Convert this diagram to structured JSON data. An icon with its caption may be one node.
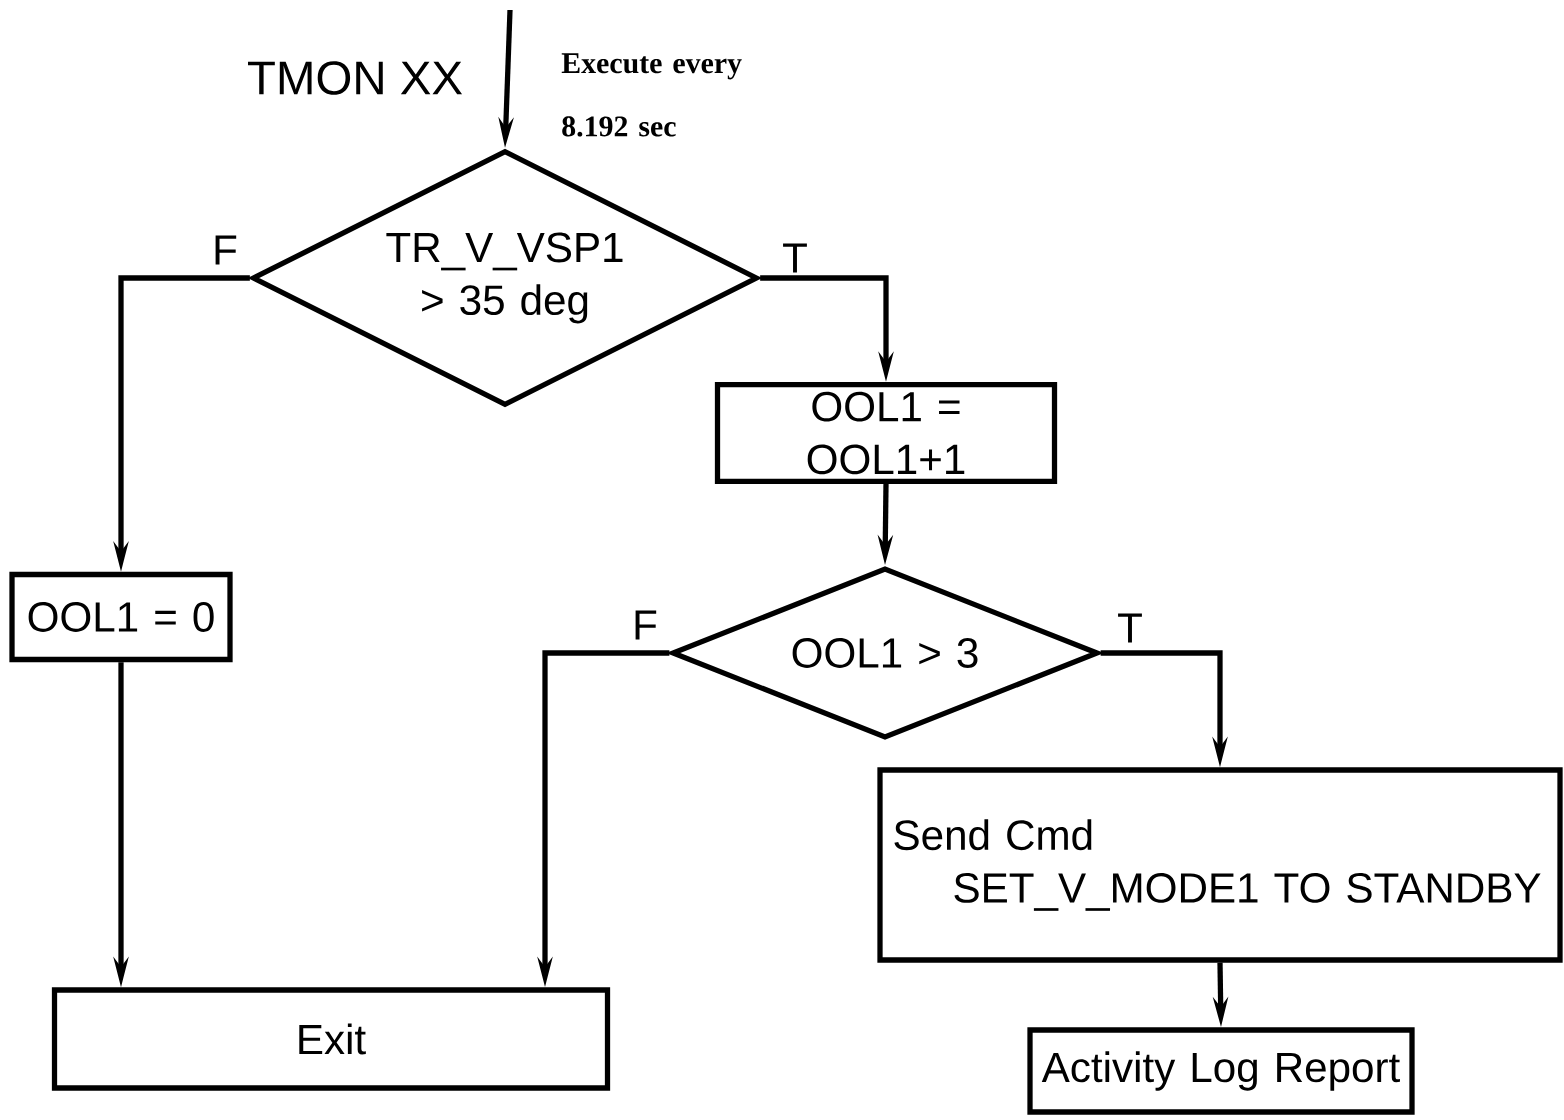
{
  "diagram": {
    "title": "TMON XX",
    "nodes": [
      {
        "text": [
          "TR_V_VSP1 > 35 deg"
        ]
      },
      {
        "text": [
          "OOL1 = OOL1+1"
        ]
      },
      {
        "text": [
          "OOL1 > 3"
        ]
      },
      {
        "text": [
          "OOL1 = 0"
        ]
      },
      {
        "text": [
          "Exit"
        ]
      },
      {
        "text": [
          "Send Cmd",
          "SET_V_MODE1 TO STANDBY"
        ]
      },
      {
        "text": [
          "Activity Log Report"
        ]
      }
    ],
    "edges": [
      {
        "from": null,
        "to": 0,
        "arrow": "to",
        "label": "Execute every 8.192 sec"
      },
      {
        "from": 0,
        "to": 3,
        "arrow": "to",
        "label": "F"
      },
      {
        "from": 0,
        "to": 1,
        "arrow": "to",
        "label": "T"
      },
      {
        "from": 1,
        "to": 2,
        "arrow": "to"
      },
      {
        "from": 2,
        "to": 4,
        "arrow": "to",
        "label": "F"
      },
      {
        "from": 2,
        "to": 5,
        "arrow": "to",
        "label": "T"
      },
      {
        "from": 3,
        "to": 4,
        "arrow": "to"
      },
      {
        "from": 5,
        "to": 6,
        "arrow": "to"
      }
    ]
  }
}
